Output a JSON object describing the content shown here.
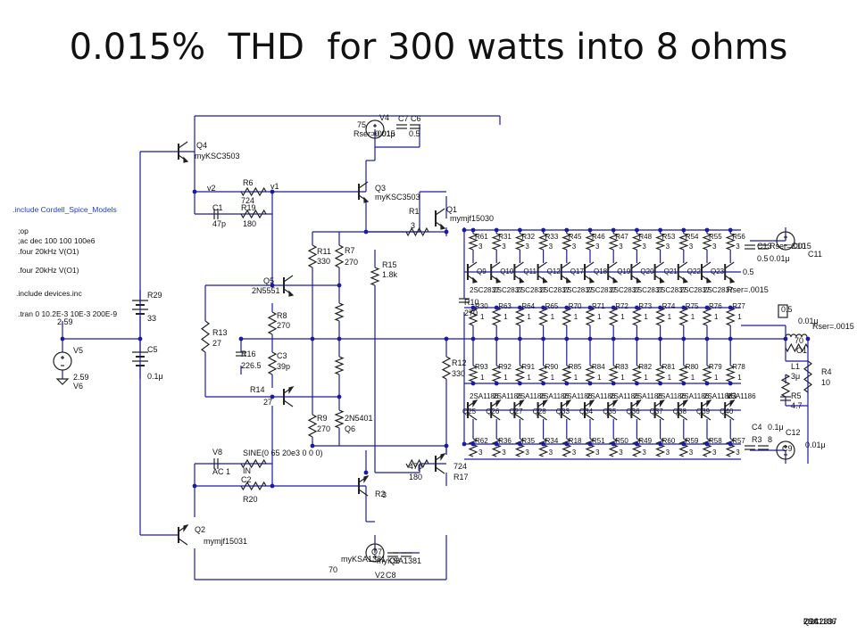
{
  "slide": {
    "title": "0.015%  THD  for 300 watts into 8 ohms"
  },
  "colors": {
    "wire": "#1a1aa8",
    "node": "#1a1aa8",
    "component": "#222222",
    "directive_blue": "#1f3bd8",
    "background": "#ffffff"
  },
  "directives": [
    {
      "text": ".include Cordell_Spice_Models",
      "style": "blue"
    },
    {
      "text": ";op",
      "style": "plain"
    },
    {
      "text": ";ac dec 100 100 100e6",
      "style": "plain"
    },
    {
      "text": ".four 20kHz V(O1)",
      "style": "plain"
    },
    {
      "text": ".four 20kHz V(O1)",
      "style": "plain"
    },
    {
      "text": ".include devices.inc",
      "style": "plain"
    },
    {
      "text": ".tran 0 10.2E-3 10E-3 200E-9",
      "style": "plain"
    }
  ],
  "labels": [
    {
      "t": "Q4"
    },
    {
      "t": "myKSC3503"
    },
    {
      "t": "v2"
    },
    {
      "t": "R6"
    },
    {
      "t": "724"
    },
    {
      "t": "v1"
    },
    {
      "t": "C1"
    },
    {
      "t": "R19"
    },
    {
      "t": "47p"
    },
    {
      "t": "180"
    },
    {
      "t": "Q3"
    },
    {
      "t": "myKSC3503"
    },
    {
      "t": "R1"
    },
    {
      "t": "3"
    },
    {
      "t": "Q1"
    },
    {
      "t": "mymjf15030"
    },
    {
      "t": "V4"
    },
    {
      "t": "75"
    },
    {
      "t": "C7"
    },
    {
      "t": "C6"
    },
    {
      "t": "Rser=.0015"
    },
    {
      "t": "0.01μ"
    },
    {
      "t": "0.5"
    },
    {
      "t": "R11"
    },
    {
      "t": "330"
    },
    {
      "t": "R7"
    },
    {
      "t": "270"
    },
    {
      "t": "R15"
    },
    {
      "t": "1.8k"
    },
    {
      "t": "Q5"
    },
    {
      "t": "2N5551"
    },
    {
      "t": "R8"
    },
    {
      "t": "270"
    },
    {
      "t": "R13"
    },
    {
      "t": "27"
    },
    {
      "t": "R16"
    },
    {
      "t": "226.5"
    },
    {
      "t": "C3"
    },
    {
      "t": "39p"
    },
    {
      "t": "R14"
    },
    {
      "t": "27"
    },
    {
      "t": "R9"
    },
    {
      "t": "270"
    },
    {
      "t": "2N5401"
    },
    {
      "t": "Q6"
    },
    {
      "t": "R12"
    },
    {
      "t": "330"
    },
    {
      "t": "R10"
    },
    {
      "t": "270"
    },
    {
      "t": "R29"
    },
    {
      "t": "33"
    },
    {
      "t": "C5"
    },
    {
      "t": "0.1μ"
    },
    {
      "t": "V5"
    },
    {
      "t": "2.59"
    },
    {
      "t": "V6"
    },
    {
      "t": "2.59"
    },
    {
      "t": "V8"
    },
    {
      "t": "SINE(0 65 20e3 0 0 0)"
    },
    {
      "t": "AC 1"
    },
    {
      "t": "IN"
    },
    {
      "t": "C2"
    },
    {
      "t": "R20"
    },
    {
      "t": "47p"
    },
    {
      "t": "180"
    },
    {
      "t": "R17"
    },
    {
      "t": "724"
    },
    {
      "t": "R2"
    },
    {
      "t": "3"
    },
    {
      "t": "Q2"
    },
    {
      "t": "mymjf15031"
    },
    {
      "t": "myKSA1381"
    },
    {
      "t": "Q7"
    },
    {
      "t": "myKSA1381"
    },
    {
      "t": "Q8"
    },
    {
      "t": "70"
    },
    {
      "t": "V2"
    },
    {
      "t": "C8"
    },
    {
      "t": "C13"
    },
    {
      "t": "Rser=.0015"
    },
    {
      "t": "0.5"
    },
    {
      "t": "0.01μ"
    },
    {
      "t": "C10"
    },
    {
      "t": "C11"
    },
    {
      "t": "0.5"
    },
    {
      "t": "0.01μ"
    },
    {
      "t": "Rser=.0015"
    },
    {
      "t": "70"
    },
    {
      "t": "O1"
    },
    {
      "t": "L1"
    },
    {
      "t": "3μ"
    },
    {
      "t": "R5"
    },
    {
      "t": "4.7"
    },
    {
      "t": "R4"
    },
    {
      "t": "10"
    },
    {
      "t": "C4"
    },
    {
      "t": "0.1μ"
    },
    {
      "t": "R3"
    },
    {
      "t": "8"
    },
    {
      "t": "C12"
    },
    {
      "t": "C9"
    },
    {
      "t": "0.01μ"
    },
    {
      "t": "0.5"
    },
    {
      "t": "Rser=.0015"
    },
    {
      "t": "V3"
    },
    {
      "t": "70"
    },
    {
      "t": "Q24"
    },
    {
      "t": "2SC2837"
    },
    {
      "t": "2SA1186"
    }
  ],
  "top_bank": {
    "emitter_resistors": [
      "R61",
      "R31",
      "R32",
      "R33",
      "R45",
      "R46",
      "R47",
      "R48",
      "R53",
      "R54",
      "R55",
      "R56"
    ],
    "emitter_value": "3",
    "transistors": [
      "Q9",
      "Q10",
      "Q11",
      "Q12",
      "Q17",
      "Q18",
      "Q19",
      "Q20",
      "Q21",
      "Q22",
      "Q23"
    ],
    "transistor_model": "2SC2837",
    "base_resistors": [
      "R30",
      "R63",
      "R64",
      "R65",
      "R70",
      "R71",
      "R72",
      "R73",
      "R74",
      "R75",
      "R76",
      "R77"
    ],
    "base_value": "1"
  },
  "bottom_bank": {
    "base_resistors": [
      "R93",
      "R92",
      "R91",
      "R90",
      "R85",
      "R84",
      "R83",
      "R82",
      "R81",
      "R80",
      "R79",
      "R78"
    ],
    "base_value": "1",
    "transistors": [
      "Q25",
      "Q26",
      "Q27",
      "Q28",
      "Q33",
      "Q34",
      "Q35",
      "Q36",
      "Q37",
      "Q38",
      "Q39",
      "Q40"
    ],
    "transistor_model": "2SA1186",
    "emitter_resistors": [
      "R62",
      "R36",
      "R35",
      "R34",
      "R18",
      "R51",
      "R50",
      "R49",
      "R60",
      "R59",
      "R58",
      "R57"
    ],
    "emitter_value": "3"
  }
}
